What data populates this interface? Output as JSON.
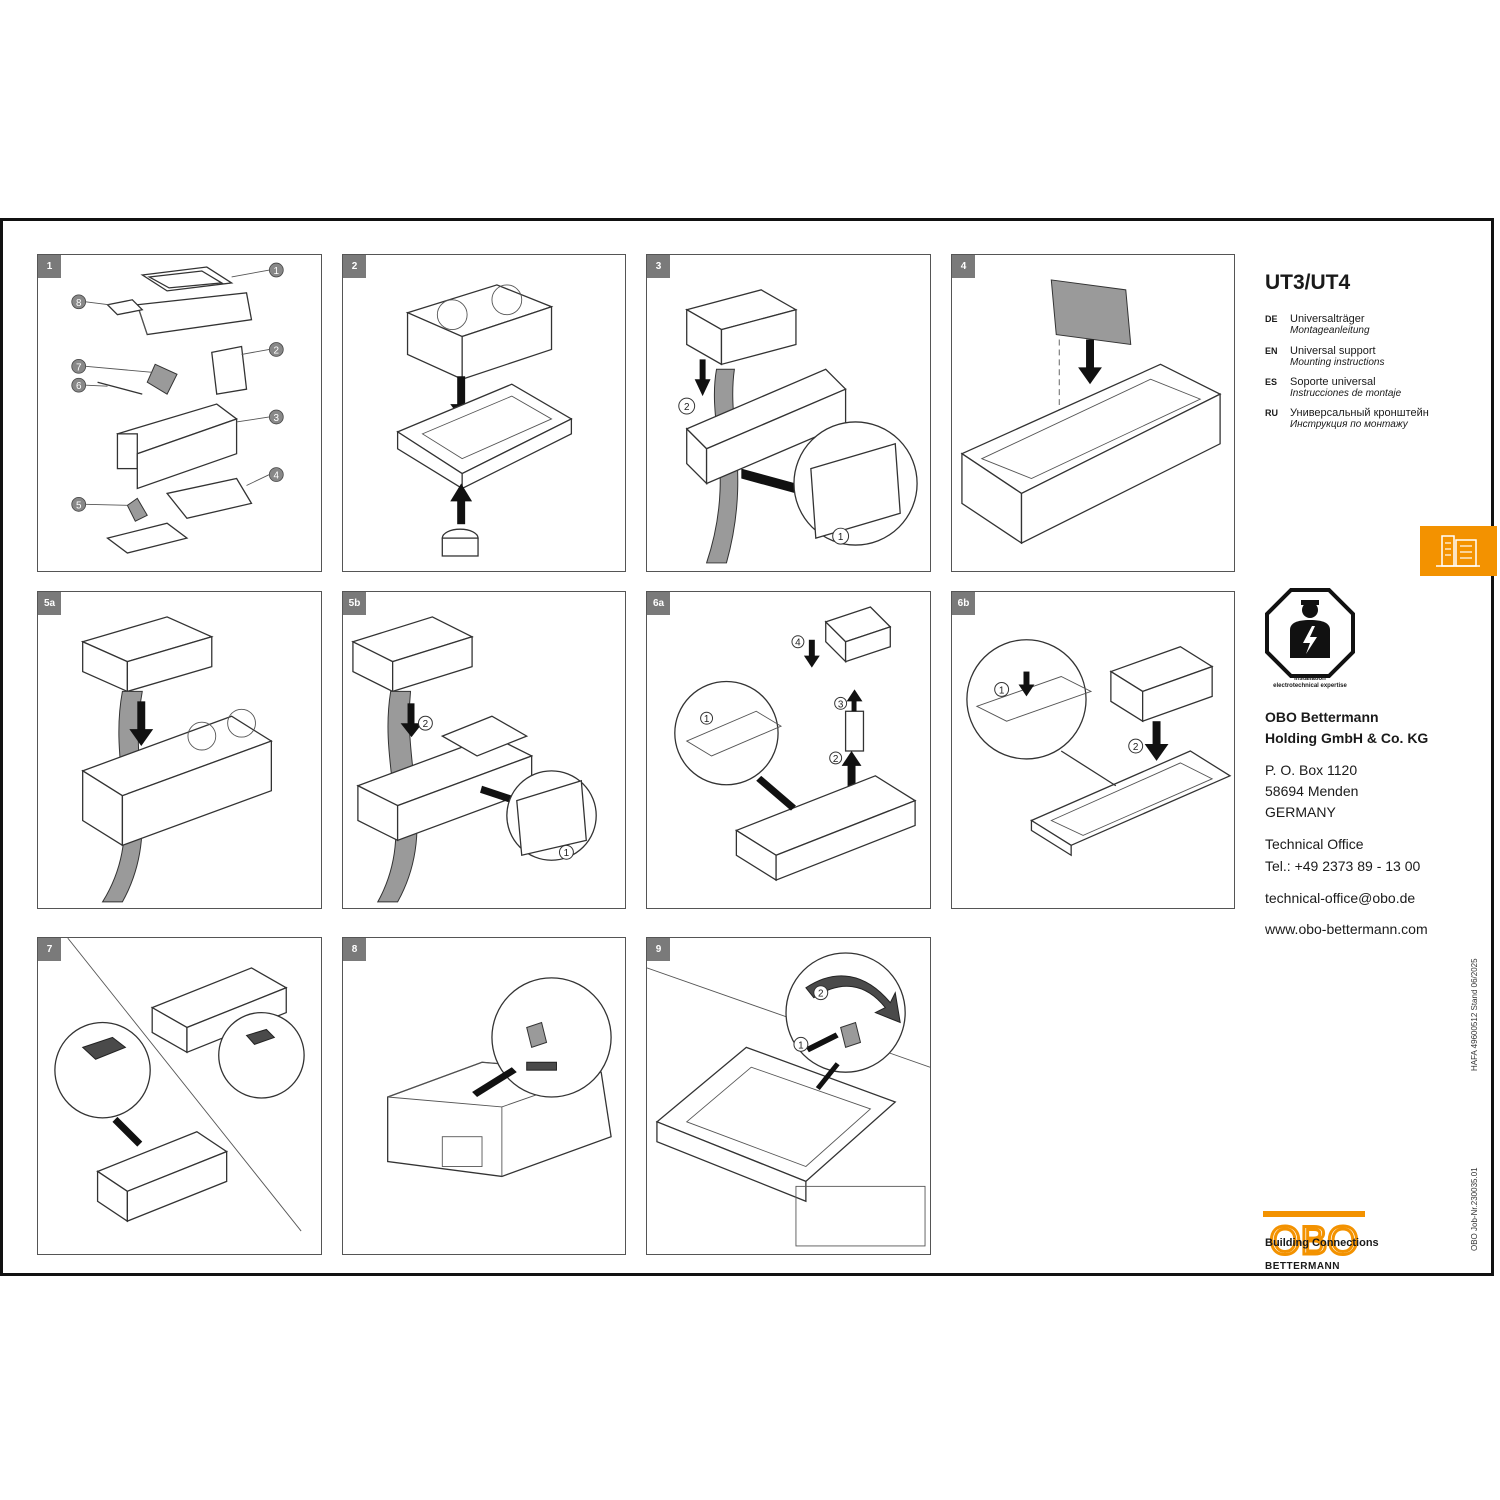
{
  "panels": [
    {
      "id": "p1",
      "label": "1"
    },
    {
      "id": "p2",
      "label": "2"
    },
    {
      "id": "p3",
      "label": "3"
    },
    {
      "id": "p4",
      "label": "4"
    },
    {
      "id": "p5a",
      "label": "5a"
    },
    {
      "id": "p5b",
      "label": "5b"
    },
    {
      "id": "p6a",
      "label": "6a"
    },
    {
      "id": "p6b",
      "label": "6b"
    },
    {
      "id": "p7",
      "label": "7"
    },
    {
      "id": "p8",
      "label": "8"
    },
    {
      "id": "p9",
      "label": "9"
    }
  ],
  "part_numbers": [
    "1",
    "2",
    "3",
    "4",
    "5",
    "6",
    "7",
    "8"
  ],
  "step_callouts": {
    "one": "1",
    "two": "2",
    "three": "3",
    "four": "4"
  },
  "product": {
    "title": "UT3/UT4",
    "languages": [
      {
        "code": "DE",
        "name": "Universalträger",
        "sub": "Montageanleitung"
      },
      {
        "code": "EN",
        "name": "Universal support",
        "sub": "Mounting instructions"
      },
      {
        "code": "ES",
        "name": "Soporte universal",
        "sub": "Instrucciones de montaje"
      },
      {
        "code": "RU",
        "name": "Универсальный кронштейн",
        "sub": "Инструкция по монтажу"
      }
    ]
  },
  "safety": {
    "label_line1": "Installation",
    "label_line2": "electrotechnical expertise"
  },
  "company": {
    "name_line1": "OBO Bettermann",
    "name_line2": "Holding GmbH & Co. KG",
    "address_line1": "P. O. Box 1120",
    "address_line2": "58694 Menden",
    "address_line3": "GERMANY",
    "office": "Technical Office",
    "phone": "Tel.: +49 2373 89 - 13 00",
    "email": "technical-office@obo.de",
    "web": "www.obo-bettermann.com"
  },
  "brand": {
    "logo_text": "OBO",
    "logo_subtext": "BETTERMANN",
    "tagline": "Building Connections",
    "accent_color": "#f39200"
  },
  "doc_codes": {
    "hafa": "HAFA 49600512 Stand 06/2025",
    "job": "OBO Job-Nr.230035.01"
  }
}
